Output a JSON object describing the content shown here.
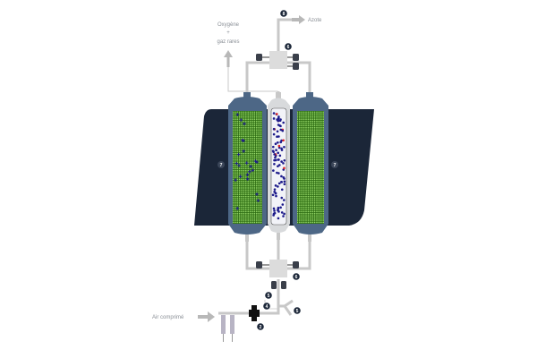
{
  "labels": {
    "oxygen_line1": "Oxygène",
    "oxygen_line2": "+",
    "oxygen_line3": "gaz rares",
    "nitrogen": "Azote",
    "compressed_air": "Air comprimé"
  },
  "markers": {
    "m8": "8",
    "m6_top": "6",
    "m6_bottom": "6",
    "m5_a": "5",
    "m5_b": "5",
    "m4": "4",
    "m2": "2",
    "m7_left": "7",
    "m7_right": "7"
  },
  "colors": {
    "panel": "#1b2638",
    "column": "#4d6786",
    "sieve": "#3f8a1e",
    "pipe": "#c8c8c8",
    "molecule_n2": "#1c1a8a",
    "molecule_o2": "#e02424"
  }
}
